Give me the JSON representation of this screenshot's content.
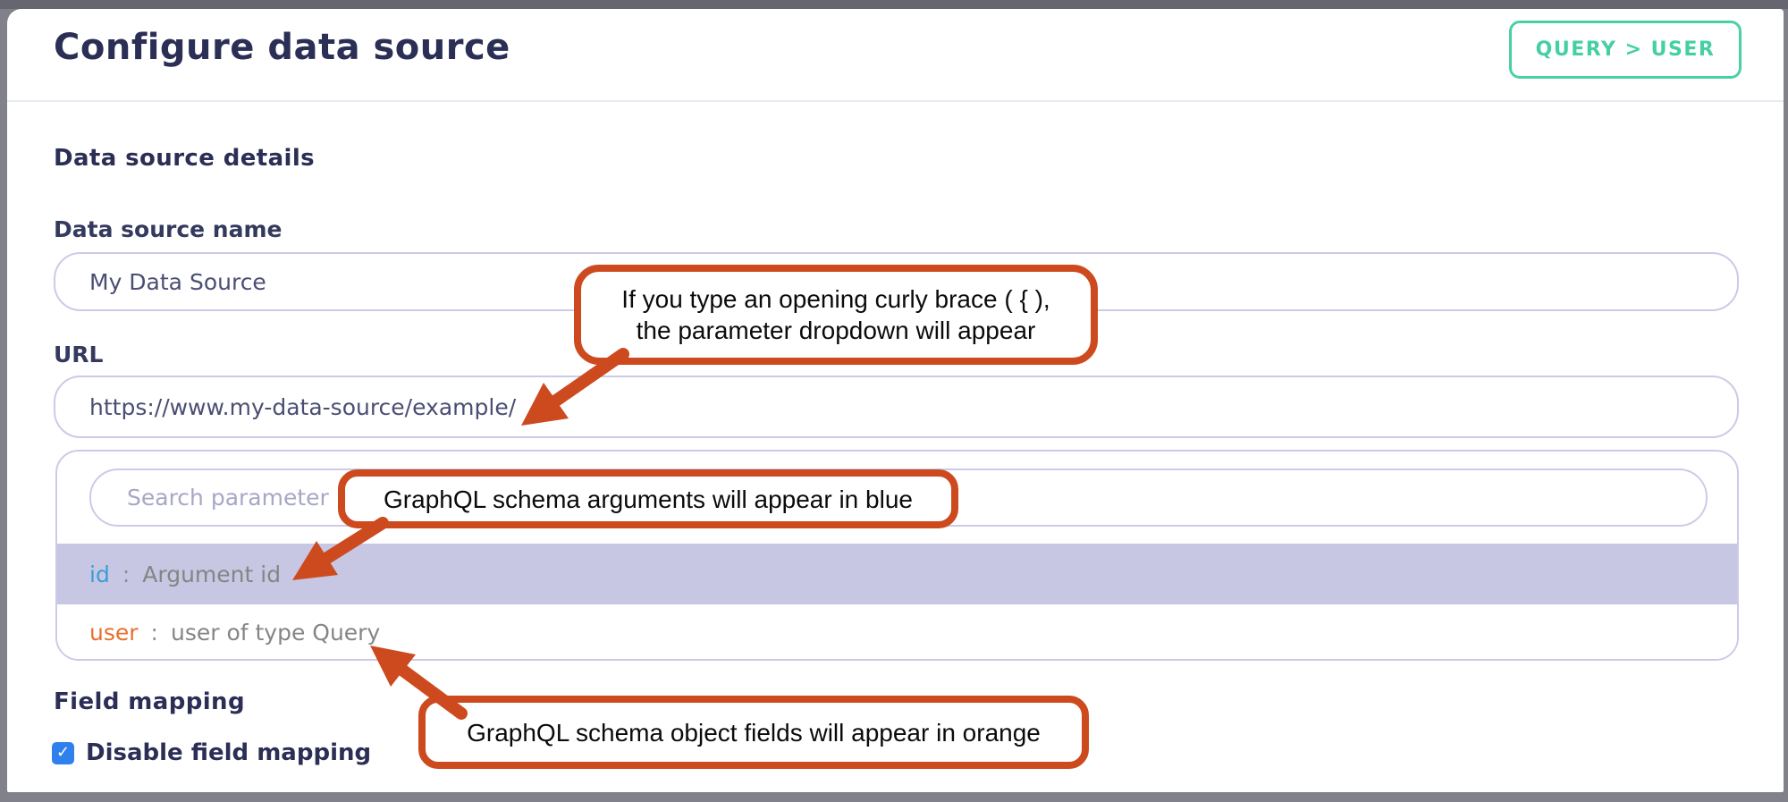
{
  "header": {
    "title": "Configure data source",
    "badge": "QUERY > USER"
  },
  "form": {
    "section_title": "Data source details",
    "name_field": {
      "label": "Data source name",
      "value": "My Data Source"
    },
    "url_field": {
      "label": "URL",
      "value": "https://www.my-data-source/example/"
    },
    "dropdown": {
      "search_placeholder": "Search parameter",
      "items": [
        {
          "key": "id",
          "separator": ":",
          "description": "Argument id",
          "key_color": "#3b9dd8",
          "highlighted": true
        },
        {
          "key": "user",
          "separator": ":",
          "description": "user of type Query",
          "key_color": "#e8702e",
          "highlighted": false
        }
      ]
    },
    "field_mapping": {
      "section_title": "Field mapping",
      "checkbox_label": "Disable field mapping",
      "checkbox_checked": true
    }
  },
  "annotations": {
    "callout_url": {
      "line1": "If you type an opening curly brace ( { ),",
      "line2": "the parameter dropdown will appear"
    },
    "callout_blue": {
      "text": "GraphQL schema arguments will appear in blue"
    },
    "callout_orange": {
      "text": "GraphQL schema object fields will appear in orange"
    }
  },
  "icons": {
    "checkmark": "✓"
  },
  "colors": {
    "accent_teal": "#45cfa4",
    "annotation_orange": "#cd4a1f",
    "highlight_lavender": "#c8c7e3",
    "argument_blue": "#3b9dd8",
    "object_field_orange": "#e8702e",
    "checkbox_blue": "#2f80ed",
    "heading_navy": "#2b2e55",
    "input_border_lavender": "#cbcbe8"
  }
}
